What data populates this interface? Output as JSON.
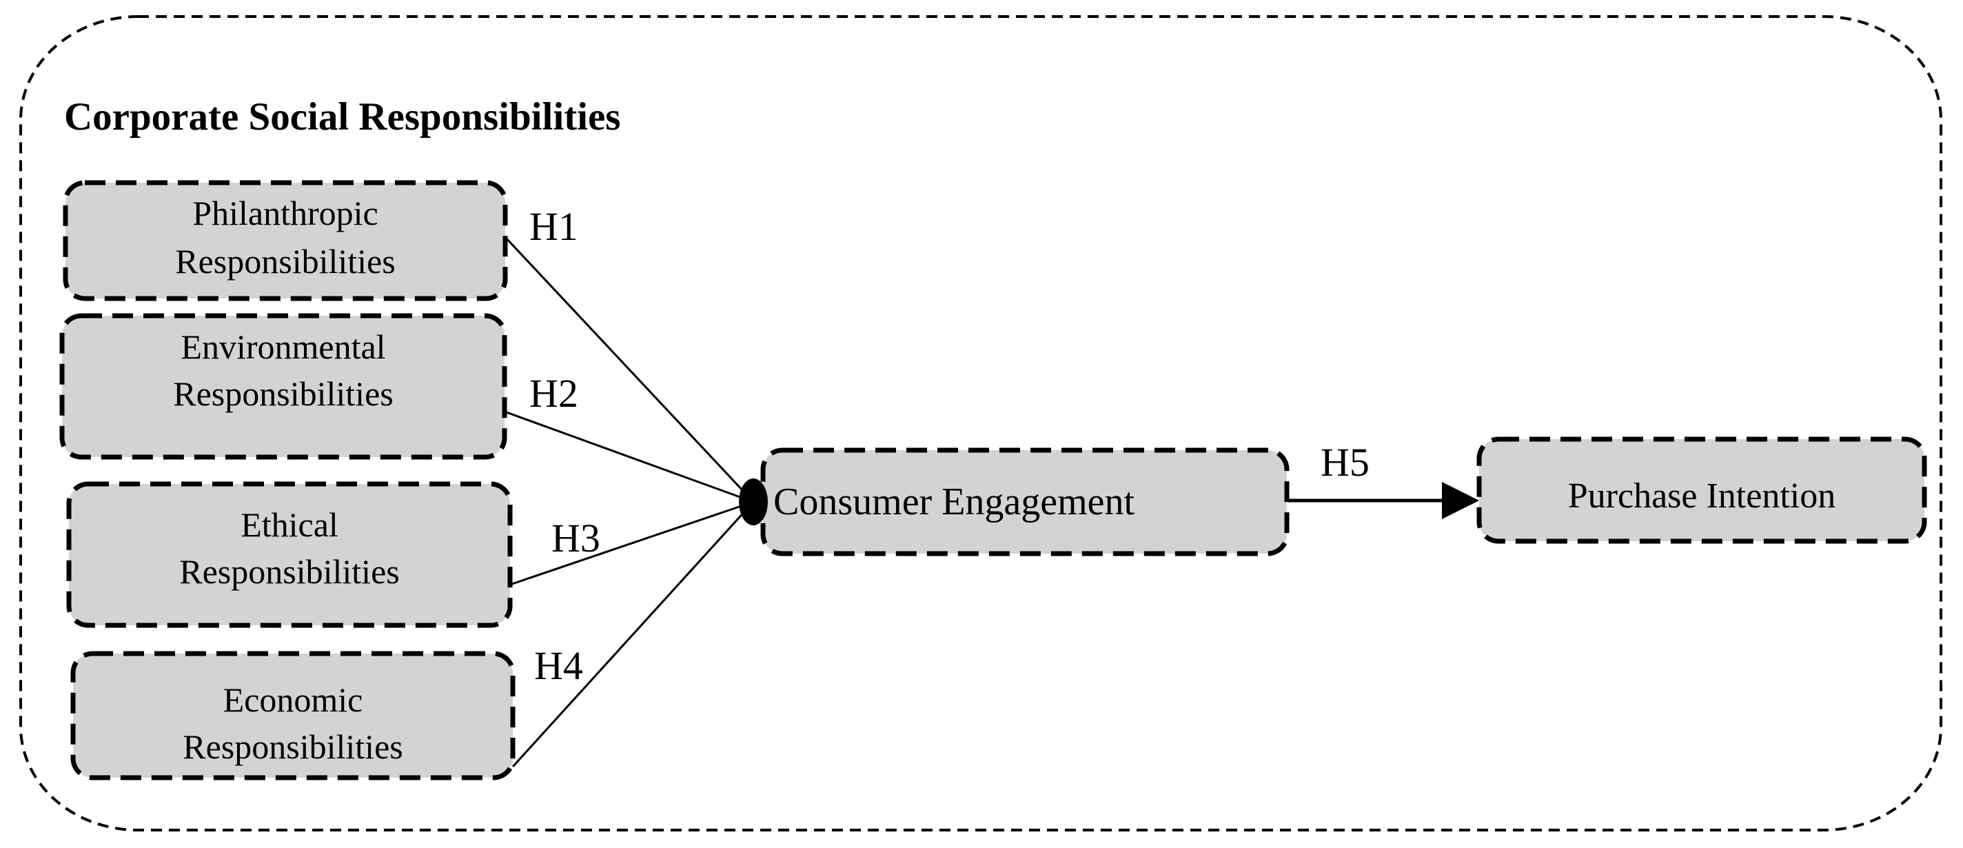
{
  "figure": {
    "title": "Corporate Social Responsibilities",
    "nodes": {
      "philanthropic": {
        "line1": "Philanthropic",
        "line2": "Responsibilities"
      },
      "environmental": {
        "line1": "Environmental",
        "line2": "Responsibilities"
      },
      "ethical": {
        "line1": "Ethical",
        "line2": "Responsibilities"
      },
      "economic": {
        "line1": "Economic",
        "line2": "Responsibilities"
      },
      "mediator": {
        "label": "Consumer Engagement"
      },
      "outcome": {
        "label": "Purchase Intention"
      }
    },
    "hypotheses": {
      "h1": "H1",
      "h2": "H2",
      "h3": "H3",
      "h4": "H4",
      "h5": "H5"
    },
    "colors": {
      "node_fill": "#d3d3d3",
      "stroke": "#000000",
      "background": "#ffffff"
    }
  }
}
